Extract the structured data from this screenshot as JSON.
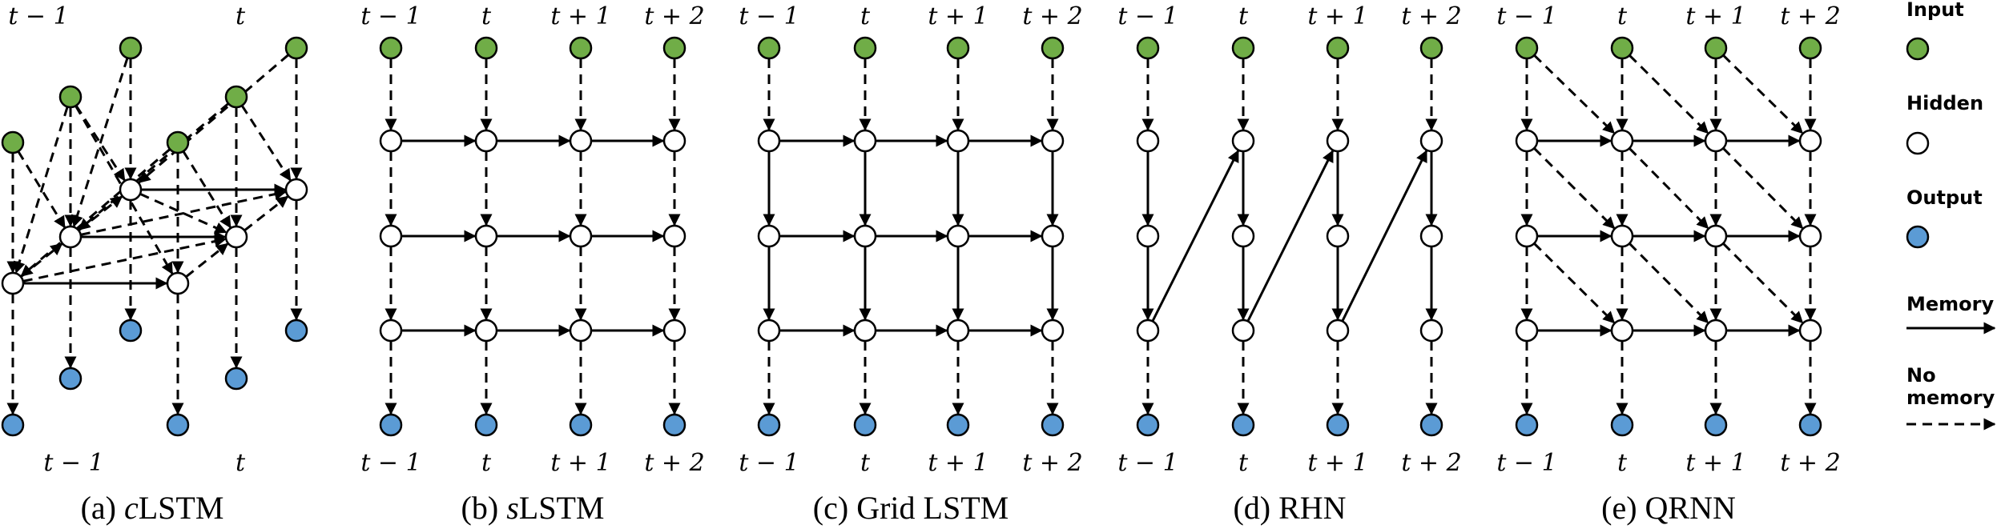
{
  "panels": [
    {
      "id": "clstm",
      "caption_pre": "(a) ",
      "caption_italic": "c",
      "caption_post": "LSTM",
      "top_labels": [
        "t − 1",
        "t"
      ],
      "bottom_labels": [
        "t − 1",
        "t"
      ]
    },
    {
      "id": "slstm",
      "caption_pre": "(b) ",
      "caption_italic": "s",
      "caption_post": "LSTM",
      "top_labels": [
        "t − 1",
        "t",
        "t + 1",
        "t + 2"
      ],
      "bottom_labels": [
        "t − 1",
        "t",
        "t + 1",
        "t + 2"
      ]
    },
    {
      "id": "grid",
      "caption_pre": "(c) Grid LSTM",
      "caption_italic": "",
      "caption_post": "",
      "top_labels": [
        "t − 1",
        "t",
        "t + 1",
        "t + 2"
      ],
      "bottom_labels": [
        "t − 1",
        "t",
        "t + 1",
        "t + 2"
      ]
    },
    {
      "id": "rhn",
      "caption_pre": "(d) RHN",
      "caption_italic": "",
      "caption_post": "",
      "top_labels": [
        "t − 1",
        "t",
        "t + 1",
        "t + 2"
      ],
      "bottom_labels": [
        "t − 1",
        "t",
        "t + 1",
        "t + 2"
      ]
    },
    {
      "id": "qrnn",
      "caption_pre": "(e) QRNN",
      "caption_italic": "",
      "caption_post": "",
      "top_labels": [
        "t − 1",
        "t",
        "t + 1",
        "t + 2"
      ],
      "bottom_labels": [
        "t − 1",
        "t",
        "t + 1",
        "t + 2"
      ]
    }
  ],
  "legend": {
    "input": "Input",
    "hidden": "Hidden",
    "output": "Output",
    "memory": "Memory",
    "no_memory_line1": "No",
    "no_memory_line2": "memory"
  },
  "colors": {
    "input": "#70ad47",
    "hidden": "#ffffff",
    "output": "#5b9bd5",
    "stroke": "#000000"
  }
}
